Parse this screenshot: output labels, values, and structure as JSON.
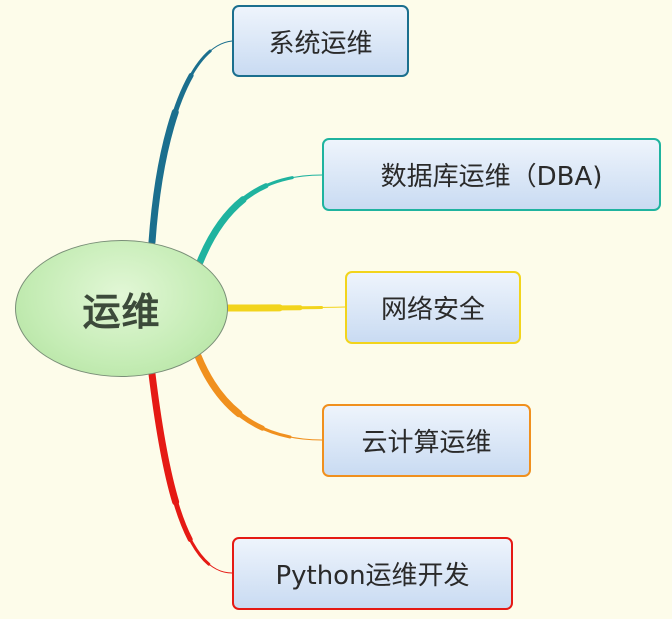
{
  "root": {
    "label": "运维"
  },
  "branches": [
    {
      "label": "系统运维",
      "color": "#1b6f8e"
    },
    {
      "label": "数据库运维（DBA)",
      "color": "#1fb39f"
    },
    {
      "label": "网络安全",
      "color": "#f2d41c"
    },
    {
      "label": "云计算运维",
      "color": "#f0901e"
    },
    {
      "label": "Python运维开发",
      "color": "#e51a14"
    }
  ]
}
